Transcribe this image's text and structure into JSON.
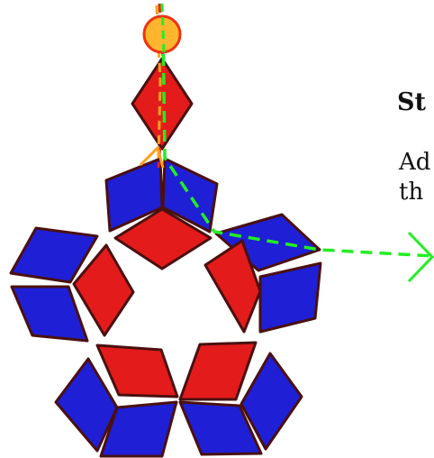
{
  "step_heading": "St",
  "instruction_lines": [
    "Ad",
    "th"
  ],
  "colors": {
    "red_tile": "#e31b1b",
    "blue_tile": "#1f1fd6",
    "tile_outline": "#4a1010",
    "green_path": "#22ee22",
    "orange_path": "#ff9f1a",
    "red_path": "#e0261e",
    "marker_fill": "#ffb52e",
    "marker_stroke": "#ee3311"
  }
}
